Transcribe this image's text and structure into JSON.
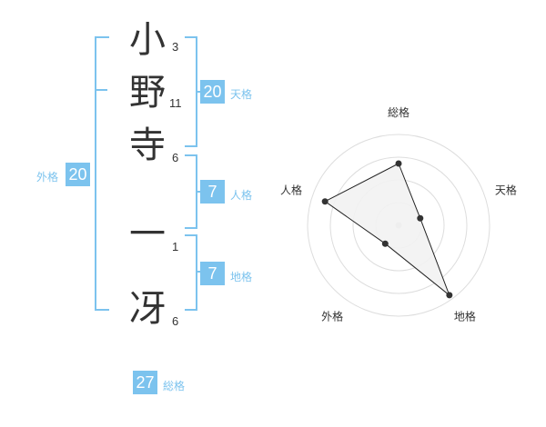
{
  "name_chars": [
    {
      "char": "小",
      "strokes": "3"
    },
    {
      "char": "野",
      "strokes": "11"
    },
    {
      "char": "寺",
      "strokes": "6"
    },
    {
      "char": "一",
      "strokes": "1"
    },
    {
      "char": "冴",
      "strokes": "6"
    }
  ],
  "scores": {
    "tenkaku": {
      "value": "20",
      "label": "天格"
    },
    "jinkaku": {
      "value": "7",
      "label": "人格"
    },
    "chikaku": {
      "value": "7",
      "label": "地格"
    },
    "gaikaku": {
      "value": "20",
      "label": "外格"
    },
    "soukaku": {
      "value": "27",
      "label": "総格"
    }
  },
  "chart_data": {
    "type": "radar",
    "axes": [
      "総格",
      "天格",
      "地格",
      "外格",
      "人格"
    ],
    "values": [
      0.68,
      0.25,
      0.95,
      0.25,
      0.85
    ],
    "rings": 4
  },
  "colors": {
    "accent": "#7cc3ee",
    "text": "#333333",
    "grid": "#dddddd",
    "polygon_fill": "#f2f2f2",
    "polygon_stroke": "#222222"
  }
}
